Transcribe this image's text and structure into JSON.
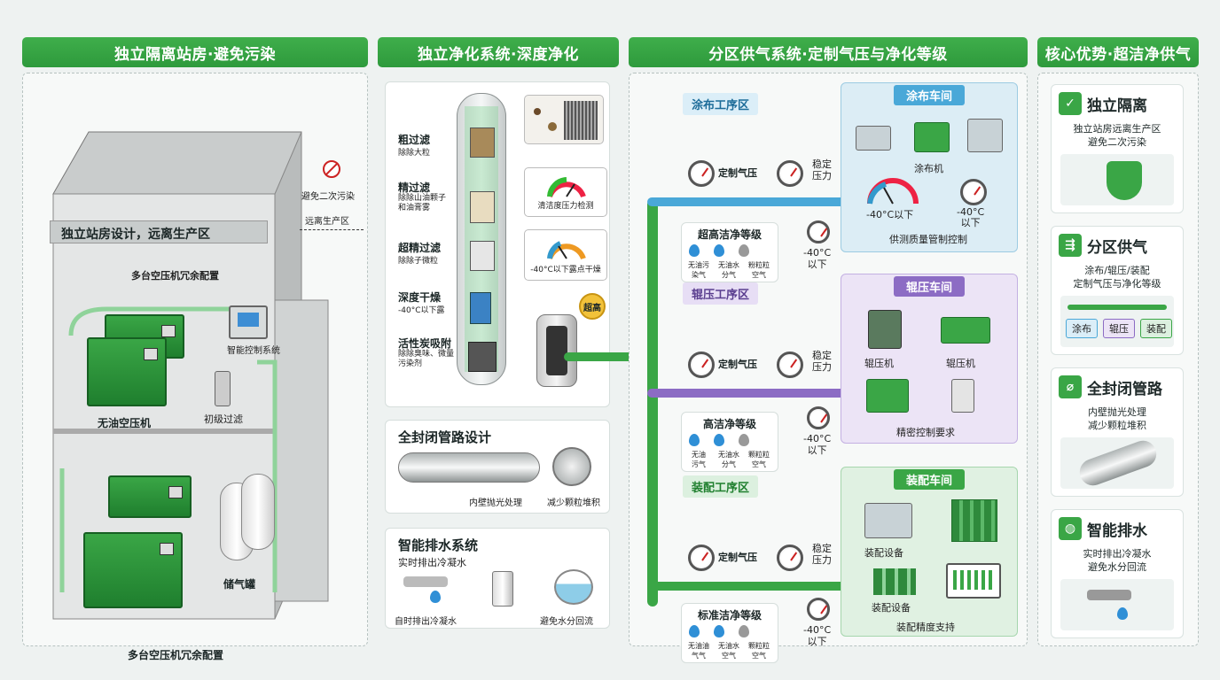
{
  "col1": {
    "header": "独立隔离站房·避免污染",
    "banner": "独立站房设计，远离生产区",
    "redundant_top": "多台空压机冗余配置",
    "smart_control": "智能控制系统",
    "oilfree": "无油空压机",
    "prefilter": "初级过滤",
    "tank": "储气罐",
    "redundant_bottom": "多台空压机冗余配置",
    "avoid": "避免二次污染",
    "away": "远离生产区"
  },
  "col2": {
    "header": "独立净化系统·深度净化",
    "stages": [
      {
        "title": "粗过滤",
        "sub": "除除大粒"
      },
      {
        "title": "精过滤",
        "sub": "除除山油颗子\n和油膏雾"
      },
      {
        "title": "超精过滤",
        "sub": "除除子微粒"
      },
      {
        "title": "深度干燥",
        "sub": "-40°C以下露"
      },
      {
        "title": "活性炭吸附",
        "sub": "除除臭味、微量\n污染剂"
      }
    ],
    "monitor1": "清洁度压力检测",
    "monitor2": "-40°C以下露点干燥",
    "badge": "超高",
    "pipe_title": "全封闭管路设计",
    "pipe_left": "内壁抛光处理",
    "pipe_right": "减少颗粒堆积",
    "drain_title": "智能排水系统",
    "drain_sub": "实时排出冷凝水",
    "drain_left": "自时排出冷凝水",
    "drain_right": "避免水分回流"
  },
  "col3": {
    "header": "分区供气系统·定制气压与净化等级",
    "zones": [
      {
        "tag": "涂布工序区",
        "custom": "定制气压",
        "stable": "稳定\n压力",
        "grade": "超高洁净等级",
        "icons": [
          "无油污\n染气",
          "无油水\n分气",
          "粉粒粒\n空气"
        ],
        "temp": "-40°C\n以下",
        "ws_title": "涂布车间",
        "ws_machine": "涂布机",
        "ws_temp_left": "-40°C以下",
        "ws_temp_right": "-40°C\n以下",
        "ws_footer": "供测质量管制控制"
      },
      {
        "tag": "辊压工序区",
        "custom": "定制气压",
        "stable": "稳定\n压力",
        "grade": "高洁净等级",
        "icons": [
          "无油\n污气",
          "无油水\n分气",
          "颗粒粒\n空气"
        ],
        "temp": "-40°C\n以下",
        "ws_title": "辊压车间",
        "ws_machine_left": "辊压机",
        "ws_machine_right": "辊压机",
        "ws_footer": "精密控制要求"
      },
      {
        "tag": "装配工序区",
        "custom": "定制气压",
        "stable": "稳定\n压力",
        "grade": "标准洁净等级",
        "icons": [
          "无油油\n气气",
          "无油水\n空气",
          "颗粒粒\n空气"
        ],
        "temp": "-40°C\n以下",
        "ws_title": "装配车间",
        "ws_equip1": "装配设备",
        "ws_equip2": "装配设备",
        "ws_footer": "装配精度支持"
      }
    ]
  },
  "col4": {
    "header": "核心优势·超洁净供气",
    "items": [
      {
        "title": "独立隔离",
        "sub": "独立站房远离生产区\n避免二次污染"
      },
      {
        "title": "分区供气",
        "sub": "涂布/辊压/装配\n定制气压与净化等级",
        "chips": [
          "涂布",
          "辊压",
          "装配"
        ]
      },
      {
        "title": "全封闭管路",
        "sub": "内壁抛光处理\n减少颗粒堆积"
      },
      {
        "title": "智能排水",
        "sub": "实时排出冷凝水\n避免水分回流"
      }
    ]
  },
  "colors": {
    "green": "#3aa646",
    "blue": "#4aa8d8",
    "purple": "#8c6cc4"
  }
}
